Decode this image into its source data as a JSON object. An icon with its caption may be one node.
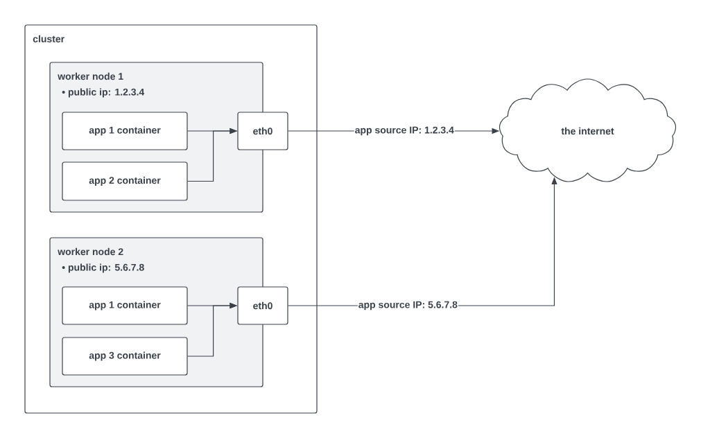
{
  "diagram": {
    "nodes": [
      {
        "text": [
          "cluster"
        ]
      },
      {
        "text": [
          "worker node 1",
          "• public ip: 1.2.3.4"
        ],
        "in": 0
      },
      {
        "text": [
          "app 1 container"
        ],
        "in": 1
      },
      {
        "text": [
          "app 2 container"
        ],
        "in": 1
      },
      {
        "text": [
          "eth0"
        ],
        "in": 0
      },
      {
        "text": [
          "worker node 2",
          "• public ip: 5.6.7.8"
        ],
        "in": 0
      },
      {
        "text": [
          "app 1 container"
        ],
        "in": 5
      },
      {
        "text": [
          "app 3 container"
        ],
        "in": 5
      },
      {
        "text": [
          "eth0"
        ],
        "in": 0
      },
      {
        "text": [
          "the internet"
        ]
      }
    ],
    "edges": [
      {
        "from": 2,
        "to": 4,
        "arrow": "to"
      },
      {
        "from": 3,
        "to": 4,
        "arrow": "to"
      },
      {
        "from": 4,
        "to": 9,
        "arrow": "to",
        "label": "app source IP: 1.2.3.4"
      },
      {
        "from": 6,
        "to": 8,
        "arrow": "to"
      },
      {
        "from": 7,
        "to": 8,
        "arrow": "to"
      },
      {
        "from": 8,
        "to": 9,
        "arrow": "to",
        "label": "app source IP: 5.6.7.8"
      }
    ]
  }
}
